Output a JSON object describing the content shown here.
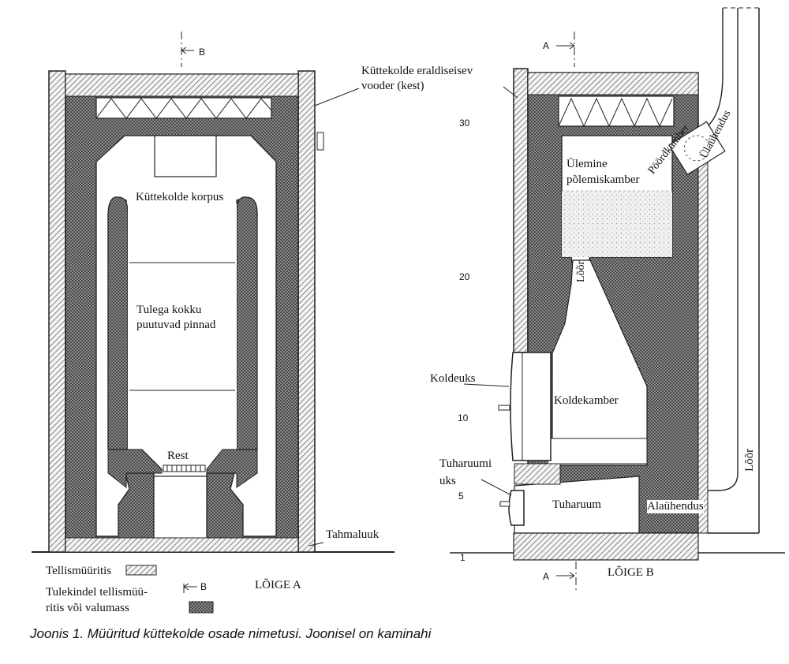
{
  "section_marks": {
    "b_top": "B",
    "a_top": "A",
    "a_bottom": "A",
    "b_legend": "B"
  },
  "labels": {
    "separate_lining": "Küttekolde eraldiseisev",
    "separate_lining_2": "vooder (kest)",
    "body": "Küttekolde korpus",
    "fire_surfaces_1": "Tulega kokku",
    "fire_surfaces_2": "puutuvad pinnad",
    "grate": "Rest",
    "soot_hatch": "Tahmaluuk",
    "section_a": "LÕIGE A",
    "section_b": "LÕIGE B",
    "upper_chamber_1": "Ülemine",
    "upper_chamber_2": "põlemiskamber",
    "turn_chamber": "Pöördkamber",
    "upper_connection": "Ülaühendus",
    "flue_small": "Lõõr",
    "firebox_door": "Koldeuks",
    "firebox": "Koldekamber",
    "ash_door_1": "Tuharuumi",
    "ash_door_2": "uks",
    "ash_room": "Tuharuum",
    "lower_connection": "Alaühendus",
    "flue_long": "Lõõr"
  },
  "scale_numbers": [
    "30",
    "20",
    "10",
    "5",
    "1"
  ],
  "legend": {
    "brick": "Tellismüüritis",
    "firebrick_1": "Tulekindel tellismüü-",
    "firebrick_2": "ritis või  valumass"
  },
  "caption": "Joonis 1. Müüritud küttekolde osade nimetusi. Joonisel on kaminahi"
}
